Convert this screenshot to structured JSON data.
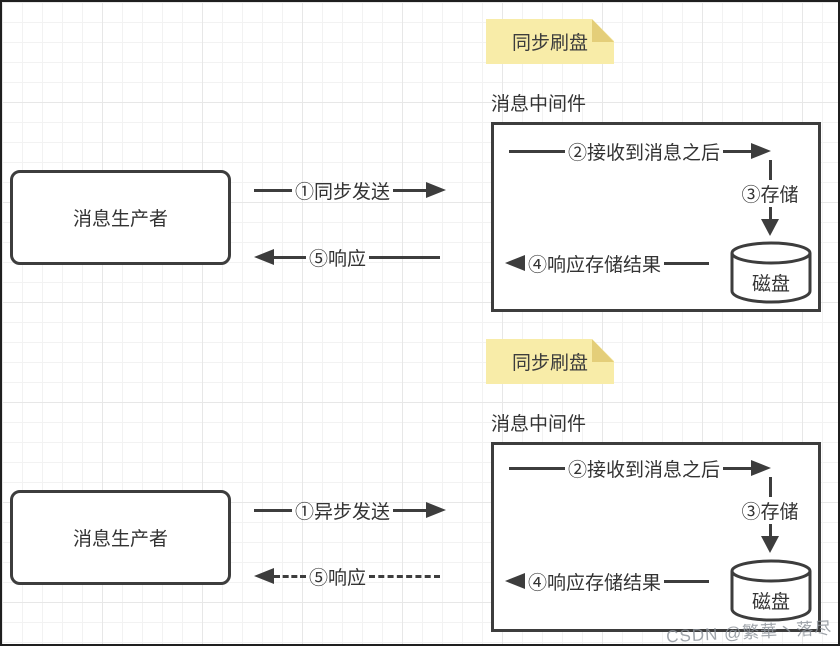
{
  "watermark": "CSDN @繁華丶落尽",
  "colors": {
    "line": "#3d3d3d",
    "sticky_bg": "#f8eca8",
    "sticky_fold": "#e4ce79",
    "text": "#333333"
  },
  "diagrams": [
    {
      "note": "同步刷盘",
      "middleware_title": "消息中间件",
      "producer": "消息生产者",
      "send": "①同步发送",
      "response": "⑤响应",
      "receive": "②接收到消息之后",
      "store": "③存储",
      "store_response": "④响应存储结果",
      "disk": "磁盘",
      "response_line_style": "solid"
    },
    {
      "note": "同步刷盘",
      "middleware_title": "消息中间件",
      "producer": "消息生产者",
      "send": "①异步发送",
      "response": "⑤响应",
      "receive": "②接收到消息之后",
      "store": "③存储",
      "store_response": "④响应存储结果",
      "disk": "磁盘",
      "response_line_style": "dashed"
    }
  ]
}
